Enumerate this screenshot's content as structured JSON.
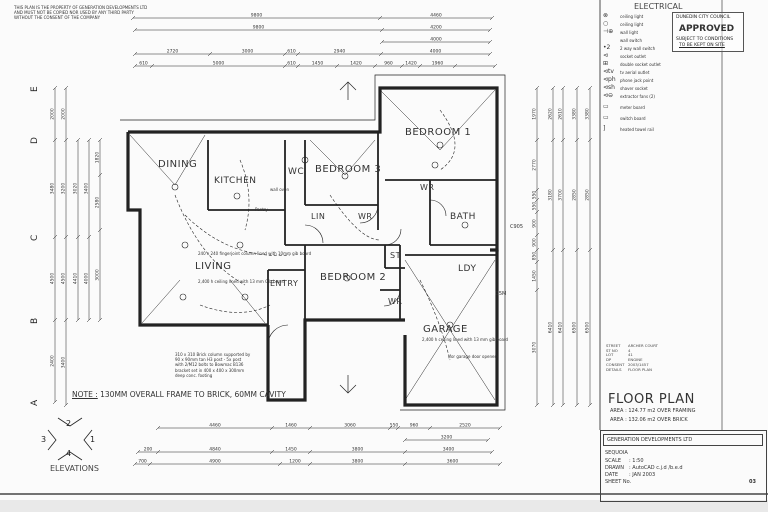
{
  "copyright_note": [
    "THIS PLAN IS THE PROPERTY OF GENERATION DEVELOPMENTS LTD",
    "AND MUST NOT BE COPIED NOR USED BY ANY THIRD PARTY",
    "WITHOUT THE CONSENT OF THE COMPANY"
  ],
  "dimensions": {
    "top": [
      [
        "9800",
        "4460"
      ],
      [
        "9800",
        "4200"
      ],
      [
        "4000"
      ],
      [
        "2720",
        "3000",
        "610",
        "2940",
        "4000"
      ],
      [
        "610",
        "5000",
        "610",
        "1450",
        "1420",
        "960",
        "1420",
        "1960"
      ]
    ],
    "bottom": [
      [
        "4460",
        "1460",
        "3060",
        "550",
        "960",
        "2520"
      ],
      [
        "3200"
      ],
      [
        "200",
        "4840",
        "1450",
        "3800",
        "3400"
      ],
      [
        "700",
        "4900",
        "1200",
        "3800",
        "3600"
      ]
    ],
    "left": [
      [
        "2000",
        "3480",
        "4500",
        "2400"
      ],
      [
        "2000",
        "3200",
        "4500",
        "3400"
      ],
      [
        "3020",
        "4410"
      ],
      [
        "3400",
        "4000"
      ],
      [
        "1820",
        "2580",
        "3000"
      ]
    ],
    "right": [
      [
        "1970",
        "2770",
        "550",
        "550",
        "900",
        "900",
        "850",
        "1450",
        "3070"
      ],
      [
        "2620",
        "3180",
        "6410"
      ],
      [
        "2610",
        "3700",
        "6410"
      ],
      [
        "3380",
        "2850",
        "6500"
      ],
      [
        "3380",
        "2850",
        "6500"
      ]
    ],
    "grid_labels": [
      "E",
      "D",
      "C",
      "B",
      "A"
    ]
  },
  "rooms": {
    "dining": "DINING",
    "kitchen": "KITCHEN",
    "wc": "WC",
    "bedroom3": "BEDROOM 3",
    "lin": "LIN",
    "wr3": "WR",
    "living": "LIVING",
    "entry": "ENTRY",
    "bedroom2": "BEDROOM 2",
    "wr2": "WR",
    "st": "ST",
    "bedroom1": "BEDROOM 1",
    "wr1": "WR",
    "bath": "BATH",
    "ldy": "LDY",
    "garage": "GARAGE",
    "pantry": "Pantry",
    "wall_oven": "wall oven"
  },
  "notes": {
    "living_column": "240 x 240 fingerjoint column lined with 10mm gib board",
    "living_ceiling": "2,400 h ceiling lined with 13 mm Gib board",
    "garage_ceiling": "2,400 h ceiling lined with 13 mm gib board",
    "garage_opener": "(for garage door opener)",
    "brick_column": [
      "310 x 310 Brick column supported by",
      "90 x 90mm tan H3 post - 5x post",
      "with 2/M12 bolts to Bowmac B136",
      "bracket set in 400 x 400 x 300mm",
      "deep conc. footing"
    ],
    "cavity_note_label": "NOTE :",
    "cavity_note": "130MM OVERALL FRAME TO BRICK, 60MM CAVITY",
    "window_c905": "C905",
    "window_d5m": "D5M"
  },
  "elevations": {
    "label": "ELEVATIONS",
    "markers": [
      "1",
      "2",
      "3",
      "4"
    ]
  },
  "electrical": {
    "title": "ELECTRICAL",
    "items": [
      {
        "icon": "ceiling-light-icon",
        "symbol": "⊗",
        "label": "ceiling light"
      },
      {
        "icon": "ceiling-light-alt-icon",
        "symbol": "○",
        "label": "ceiling light"
      },
      {
        "icon": "wall-light-icon",
        "symbol": "⊣⊕",
        "label": "wall light"
      },
      {
        "icon": "wall-switch-icon",
        "symbol": "",
        "label": "wall switch"
      },
      {
        "icon": "two-way-switch-icon",
        "symbol": "•2",
        "label": "2 way wall switch"
      },
      {
        "icon": "socket-outlet-icon",
        "symbol": "⊲",
        "label": "socket outlet"
      },
      {
        "icon": "double-socket-icon",
        "symbol": "⊞",
        "label": "double socket outlet"
      },
      {
        "icon": "tv-aerial-icon",
        "symbol": "⊲tv",
        "label": "tv aerial outlet"
      },
      {
        "icon": "phone-jack-icon",
        "symbol": "⊲ph",
        "label": "phone jack point"
      },
      {
        "icon": "shaver-socket-icon",
        "symbol": "⊲sh",
        "label": "shaver socket"
      },
      {
        "icon": "extractor-fan-icon",
        "symbol": "⊲⊖",
        "label": "extractor fans (2)"
      },
      {
        "icon": "meter-board-icon",
        "symbol": "▭",
        "label": "meter board"
      },
      {
        "icon": "switch-board-icon",
        "symbol": "▭",
        "label": "switch board"
      },
      {
        "icon": "heated-towel-rail-icon",
        "symbol": "]",
        "label": "heated towel rail"
      }
    ]
  },
  "stamp": {
    "council": "DUNEDIN CITY COUNCIL",
    "status": "APPROVED",
    "condition_1": "SUBJECT TO CONDITIONS",
    "condition_2": "TO BE KEPT ON SITE"
  },
  "site_info": [
    {
      "label": "STREET",
      "value": "ARCHER COURT"
    },
    {
      "label": "ST NO",
      "value": "4"
    },
    {
      "label": "LOT",
      "value": "41"
    },
    {
      "label": "DP",
      "value": "ENGINE"
    },
    {
      "label": "CONSENT",
      "value": "2003/1457"
    },
    {
      "label": "DETAILS",
      "value": "FLOOR PLAN"
    }
  ],
  "title_block": {
    "title": "FLOOR PLAN",
    "area_framing": "AREA : 124.77 m2 OVER FRAMING",
    "area_brick": "AREA : 132.06 m2 OVER BRICK",
    "company": "GENERATION DEVELOPMENTS LTD",
    "plan_name": "SEQUOIA",
    "scale_label": "SCALE",
    "scale": ": 1:50",
    "drawn_label": "DRAWN",
    "drawn": ": AutoCAD c.j.d /b.e.d",
    "date_label": "DATE",
    "date": ": JAN 2003",
    "sheet_label": "SHEET No.",
    "sheet": "03"
  }
}
